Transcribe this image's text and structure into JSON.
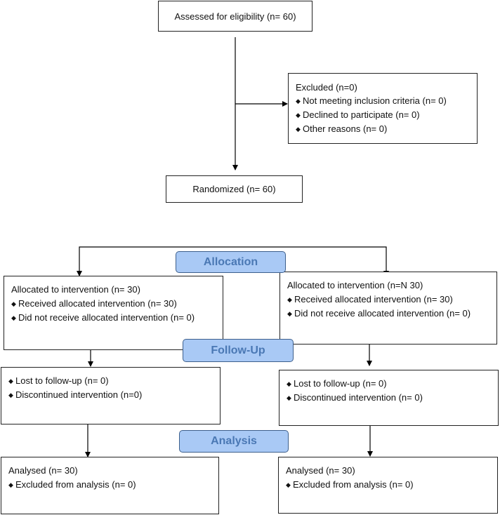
{
  "assessed": "Assessed for eligibility (n= 60)",
  "excluded": {
    "title": "Excluded (n=0)",
    "items": [
      "Not meeting inclusion criteria (n= 0)",
      "Declined to participate (n= 0)",
      "Other reasons (n= 0)"
    ]
  },
  "randomized": "Randomized (n= 60)",
  "stages": {
    "allocation": "Allocation",
    "follow_up": "Follow-Up",
    "analysis": "Analysis"
  },
  "left": {
    "allocated": {
      "title": "Allocated to intervention (n= 30)",
      "items": [
        "Received allocated intervention (n= 30)",
        "Did not receive allocated intervention (n= 0)"
      ]
    },
    "follow_up": {
      "items": [
        "Lost to follow-up (n= 0)",
        "Discontinued intervention (n=0)"
      ]
    },
    "analysed": {
      "title": "Analysed (n= 30)",
      "items": [
        "Excluded from analysis (n= 0)"
      ]
    }
  },
  "right": {
    "allocated": {
      "title": "Allocated to intervention (n=N 30)",
      "items": [
        "Received allocated intervention (n= 30)",
        "Did not receive allocated intervention (n= 0)"
      ]
    },
    "follow_up": {
      "items": [
        "Lost to follow-up (n= 0)",
        "Discontinued intervention (n= 0)"
      ]
    },
    "analysed": {
      "title": "Analysed (n= 30)",
      "items": [
        "Excluded from analysis (n= 0)"
      ]
    }
  },
  "bullet_glyph": "◆"
}
